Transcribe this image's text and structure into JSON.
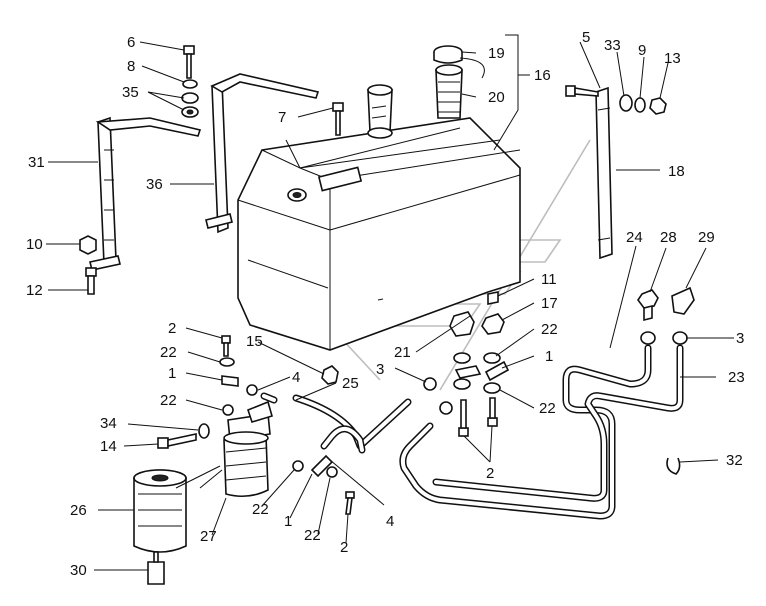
{
  "diagram": {
    "callouts": [
      {
        "id": "c6",
        "text": "6"
      },
      {
        "id": "c8",
        "text": "8"
      },
      {
        "id": "c35",
        "text": "35"
      },
      {
        "id": "c31",
        "text": "31"
      },
      {
        "id": "c36",
        "text": "36"
      },
      {
        "id": "c10",
        "text": "10"
      },
      {
        "id": "c12",
        "text": "12"
      },
      {
        "id": "c7",
        "text": "7"
      },
      {
        "id": "c19",
        "text": "19"
      },
      {
        "id": "c20",
        "text": "20"
      },
      {
        "id": "c16",
        "text": "16"
      },
      {
        "id": "c5",
        "text": "5"
      },
      {
        "id": "c33",
        "text": "33"
      },
      {
        "id": "c9",
        "text": "9"
      },
      {
        "id": "c13",
        "text": "13"
      },
      {
        "id": "c18",
        "text": "18"
      },
      {
        "id": "c24",
        "text": "24"
      },
      {
        "id": "c28",
        "text": "28"
      },
      {
        "id": "c29",
        "text": "29"
      },
      {
        "id": "c11",
        "text": "11"
      },
      {
        "id": "c17",
        "text": "17"
      },
      {
        "id": "c22a",
        "text": "22"
      },
      {
        "id": "c1a",
        "text": "1"
      },
      {
        "id": "c3a",
        "text": "3"
      },
      {
        "id": "c23",
        "text": "23"
      },
      {
        "id": "c2a",
        "text": "2"
      },
      {
        "id": "c22b",
        "text": "22"
      },
      {
        "id": "c15",
        "text": "15"
      },
      {
        "id": "c1b",
        "text": "1"
      },
      {
        "id": "c4a",
        "text": "4"
      },
      {
        "id": "c25",
        "text": "25"
      },
      {
        "id": "c21",
        "text": "21"
      },
      {
        "id": "c3b",
        "text": "3"
      },
      {
        "id": "c22c",
        "text": "22"
      },
      {
        "id": "c22d",
        "text": "22"
      },
      {
        "id": "c34",
        "text": "34"
      },
      {
        "id": "c14",
        "text": "14"
      },
      {
        "id": "c2b",
        "text": "2"
      },
      {
        "id": "c32",
        "text": "32"
      },
      {
        "id": "c26",
        "text": "26"
      },
      {
        "id": "c27",
        "text": "27"
      },
      {
        "id": "c22e",
        "text": "22"
      },
      {
        "id": "c1c",
        "text": "1"
      },
      {
        "id": "c4b",
        "text": "4"
      },
      {
        "id": "c22f",
        "text": "22"
      },
      {
        "id": "c2c",
        "text": "2"
      },
      {
        "id": "c30",
        "text": "30"
      }
    ]
  }
}
